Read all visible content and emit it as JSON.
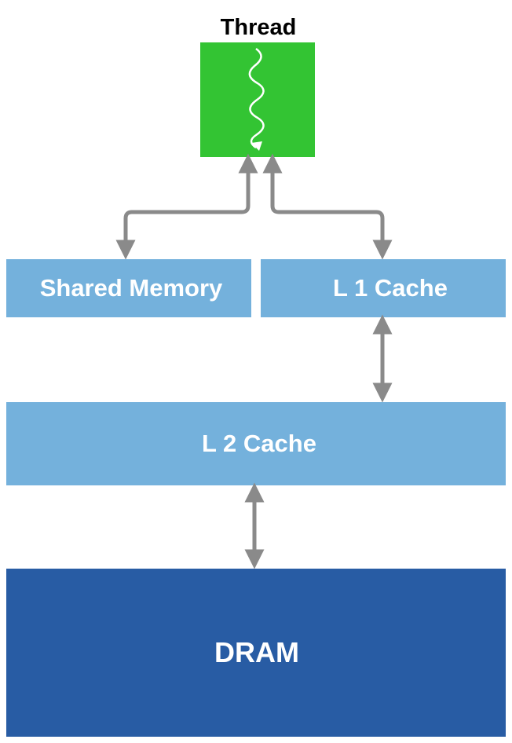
{
  "diagram": {
    "thread": {
      "label": "Thread",
      "color": "#33c433"
    },
    "shared_memory": {
      "label": "Shared Memory",
      "color": "#74b1dc"
    },
    "l1_cache": {
      "label": "L 1 Cache",
      "color": "#74b1dc"
    },
    "l2_cache": {
      "label": "L 2 Cache",
      "color": "#74b1dc"
    },
    "dram": {
      "label": "DRAM",
      "color": "#285ca4"
    },
    "arrow_color": "#8a8a8a",
    "box_text_color": "#ffffff",
    "title_text_color": "#000000"
  }
}
